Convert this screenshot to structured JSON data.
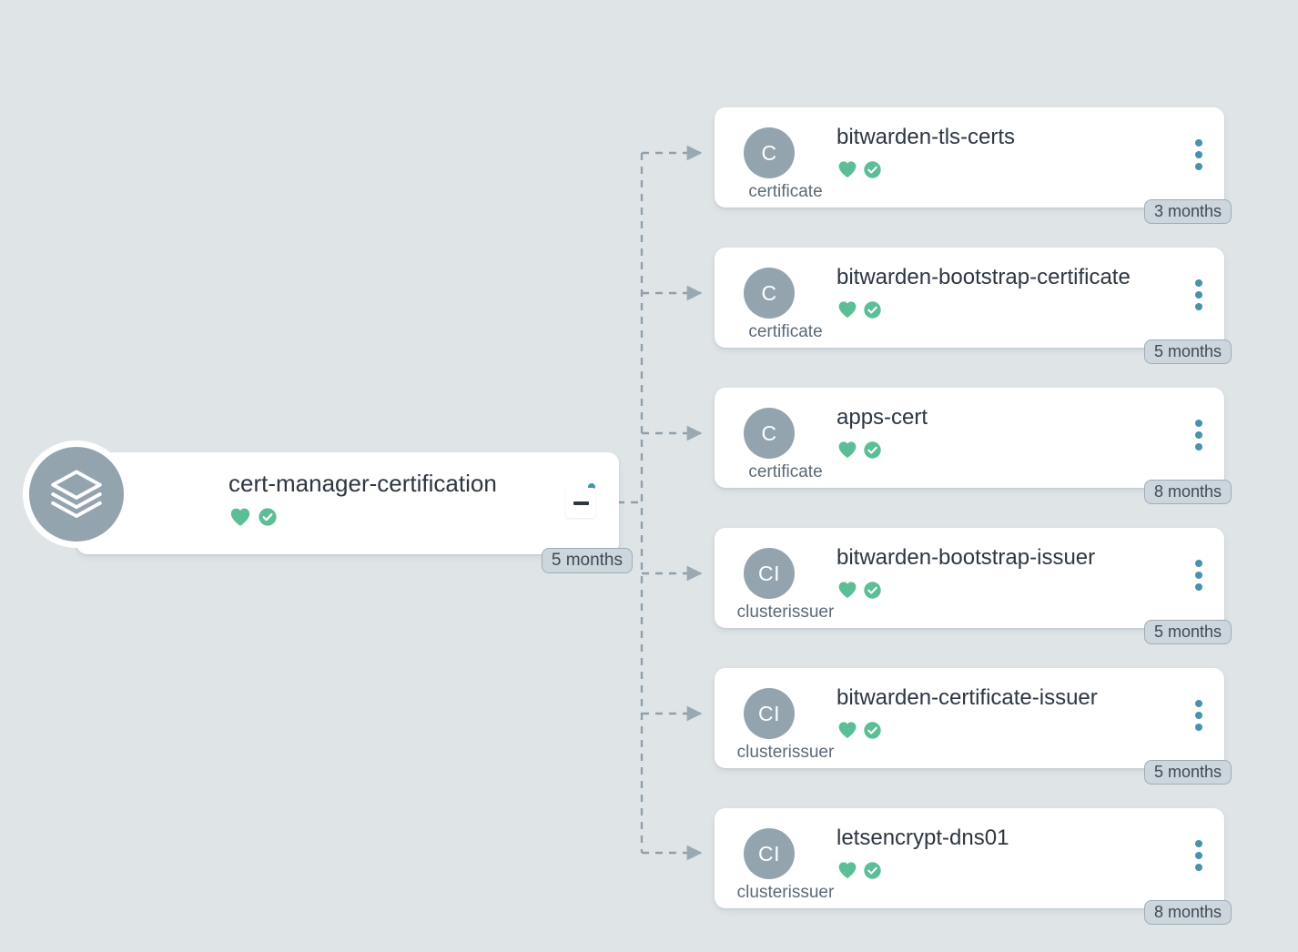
{
  "canvas": {
    "background_color": "#dfe5e7",
    "edge_color": "#8fa0ad",
    "accent_kebab_color": "#4892ac",
    "status_green": "#5cbe97",
    "avatar_color": "#94a4ae"
  },
  "root": {
    "id": "cert-manager-certification",
    "title": "cert-manager-certification",
    "icon": "layers-icon",
    "age_badge": "5 months",
    "status": {
      "health_icon": "heart-icon",
      "sync_icon": "check-circle-icon"
    },
    "menu_icon": "kebab-menu-icon",
    "collapse_toggle": {
      "icon": "minus-icon",
      "label": "−",
      "state": "expanded"
    }
  },
  "children": [
    {
      "id": "bitwarden-tls-certs",
      "title": "bitwarden-tls-certs",
      "kind": "certificate",
      "avatar_initials": "C",
      "age_badge": "3 months",
      "status": {
        "health_icon": "heart-icon",
        "sync_icon": "check-circle-icon"
      },
      "menu_icon": "kebab-menu-icon"
    },
    {
      "id": "bitwarden-bootstrap-certificate",
      "title": "bitwarden-bootstrap-certificate",
      "kind": "certificate",
      "avatar_initials": "C",
      "age_badge": "5 months",
      "status": {
        "health_icon": "heart-icon",
        "sync_icon": "check-circle-icon"
      },
      "menu_icon": "kebab-menu-icon"
    },
    {
      "id": "apps-cert",
      "title": "apps-cert",
      "kind": "certificate",
      "avatar_initials": "C",
      "age_badge": "8 months",
      "status": {
        "health_icon": "heart-icon",
        "sync_icon": "check-circle-icon"
      },
      "menu_icon": "kebab-menu-icon"
    },
    {
      "id": "bitwarden-bootstrap-issuer",
      "title": "bitwarden-bootstrap-issuer",
      "kind": "clusterissuer",
      "avatar_initials": "CI",
      "age_badge": "5 months",
      "status": {
        "health_icon": "heart-icon",
        "sync_icon": "check-circle-icon"
      },
      "menu_icon": "kebab-menu-icon"
    },
    {
      "id": "bitwarden-certificate-issuer",
      "title": "bitwarden-certificate-issuer",
      "kind": "clusterissuer",
      "avatar_initials": "CI",
      "age_badge": "5 months",
      "status": {
        "health_icon": "heart-icon",
        "sync_icon": "check-circle-icon"
      },
      "menu_icon": "kebab-menu-icon"
    },
    {
      "id": "letsencrypt-dns01",
      "title": "letsencrypt-dns01",
      "kind": "clusterissuer",
      "avatar_initials": "CI",
      "age_badge": "8 months",
      "status": {
        "health_icon": "heart-icon",
        "sync_icon": "check-circle-icon"
      },
      "menu_icon": "kebab-menu-icon"
    }
  ]
}
